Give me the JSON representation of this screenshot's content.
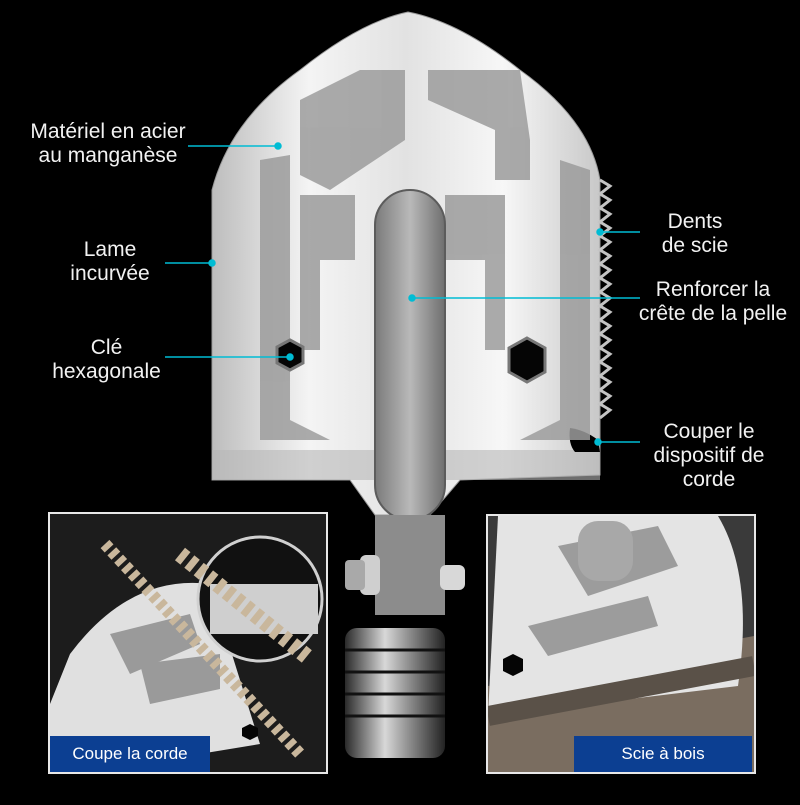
{
  "callouts": {
    "material": "Matériel en acier\nau manganèse",
    "curved_blade": "Lame\nincurvée",
    "hex_key": "Clé\nhexagonale",
    "saw_teeth": "Dents\nde scie",
    "reinforce": "Renforcer la\ncrête de la pelle",
    "rope_cutter": "Couper le\ndispositif de\ncorde"
  },
  "insets": {
    "left_caption": "Coupe la corde",
    "right_caption": "Scie à bois"
  },
  "colors": {
    "accent_line": "#00bcd4",
    "caption_bg": "#0c3f92",
    "steel_light": "#e6e6e6",
    "steel_dark": "#8a8a8a"
  }
}
